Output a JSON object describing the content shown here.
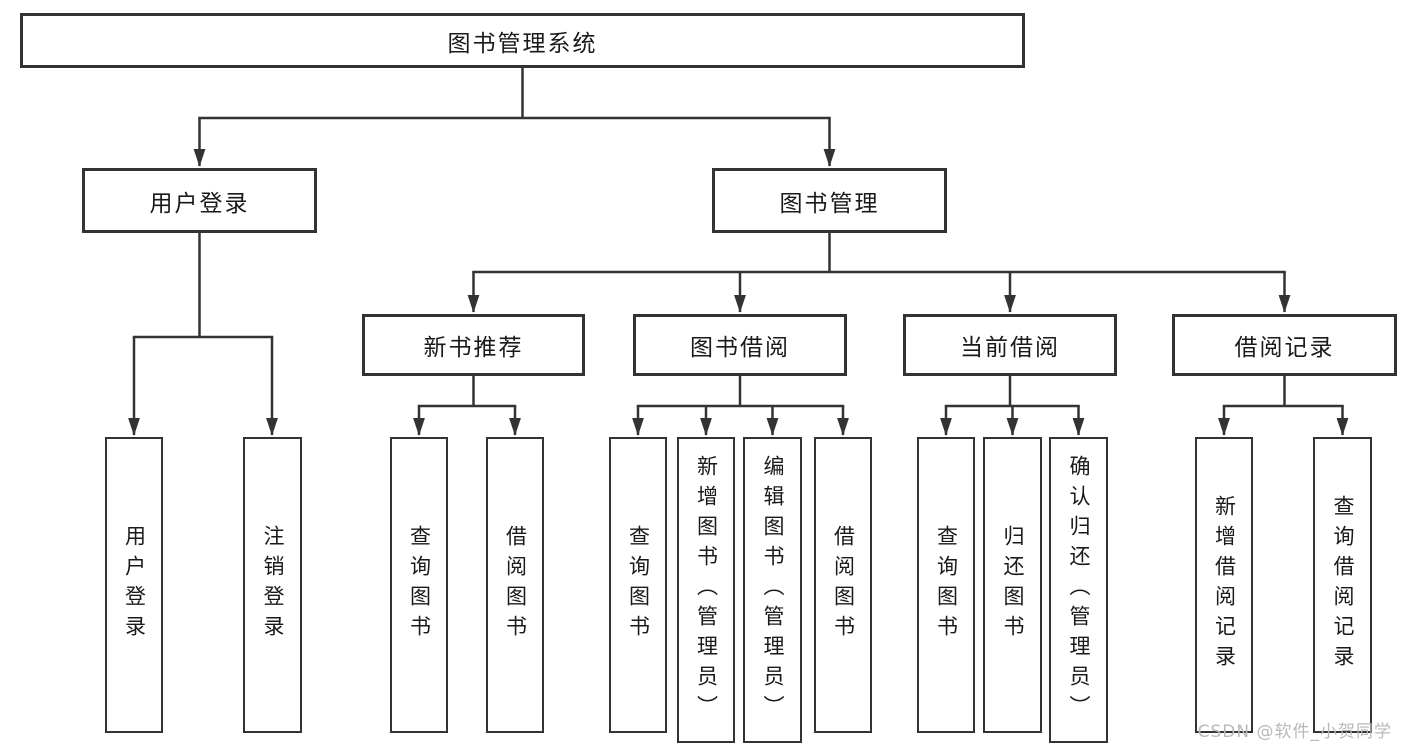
{
  "diagram_title": "图书管理系统",
  "tree": {
    "root": {
      "label": "图书管理系统"
    },
    "branches": [
      {
        "label": "用户登录",
        "children": [
          {
            "label": "用户登录"
          },
          {
            "label": "注销登录"
          }
        ]
      },
      {
        "label": "图书管理",
        "children": [
          {
            "label": "新书推荐",
            "children": [
              {
                "label": "查询图书"
              },
              {
                "label": "借阅图书"
              }
            ]
          },
          {
            "label": "图书借阅",
            "children": [
              {
                "label": "查询图书"
              },
              {
                "label": "新增图书（管理员）"
              },
              {
                "label": "编辑图书（管理员）"
              },
              {
                "label": "借阅图书"
              }
            ]
          },
          {
            "label": "当前借阅",
            "children": [
              {
                "label": "查询图书"
              },
              {
                "label": "归还图书"
              },
              {
                "label": "确认归还（管理员）"
              }
            ]
          },
          {
            "label": "借阅记录",
            "children": [
              {
                "label": "新增借阅记录"
              },
              {
                "label": "查询借阅记录"
              }
            ]
          }
        ]
      }
    ]
  },
  "watermark": "CSDN @软件_小贺同学",
  "colors": {
    "line": "#333333",
    "box_border": "#333333",
    "text": "#1a1a1a",
    "background": "#ffffff",
    "watermark": "#b9b9bd"
  }
}
